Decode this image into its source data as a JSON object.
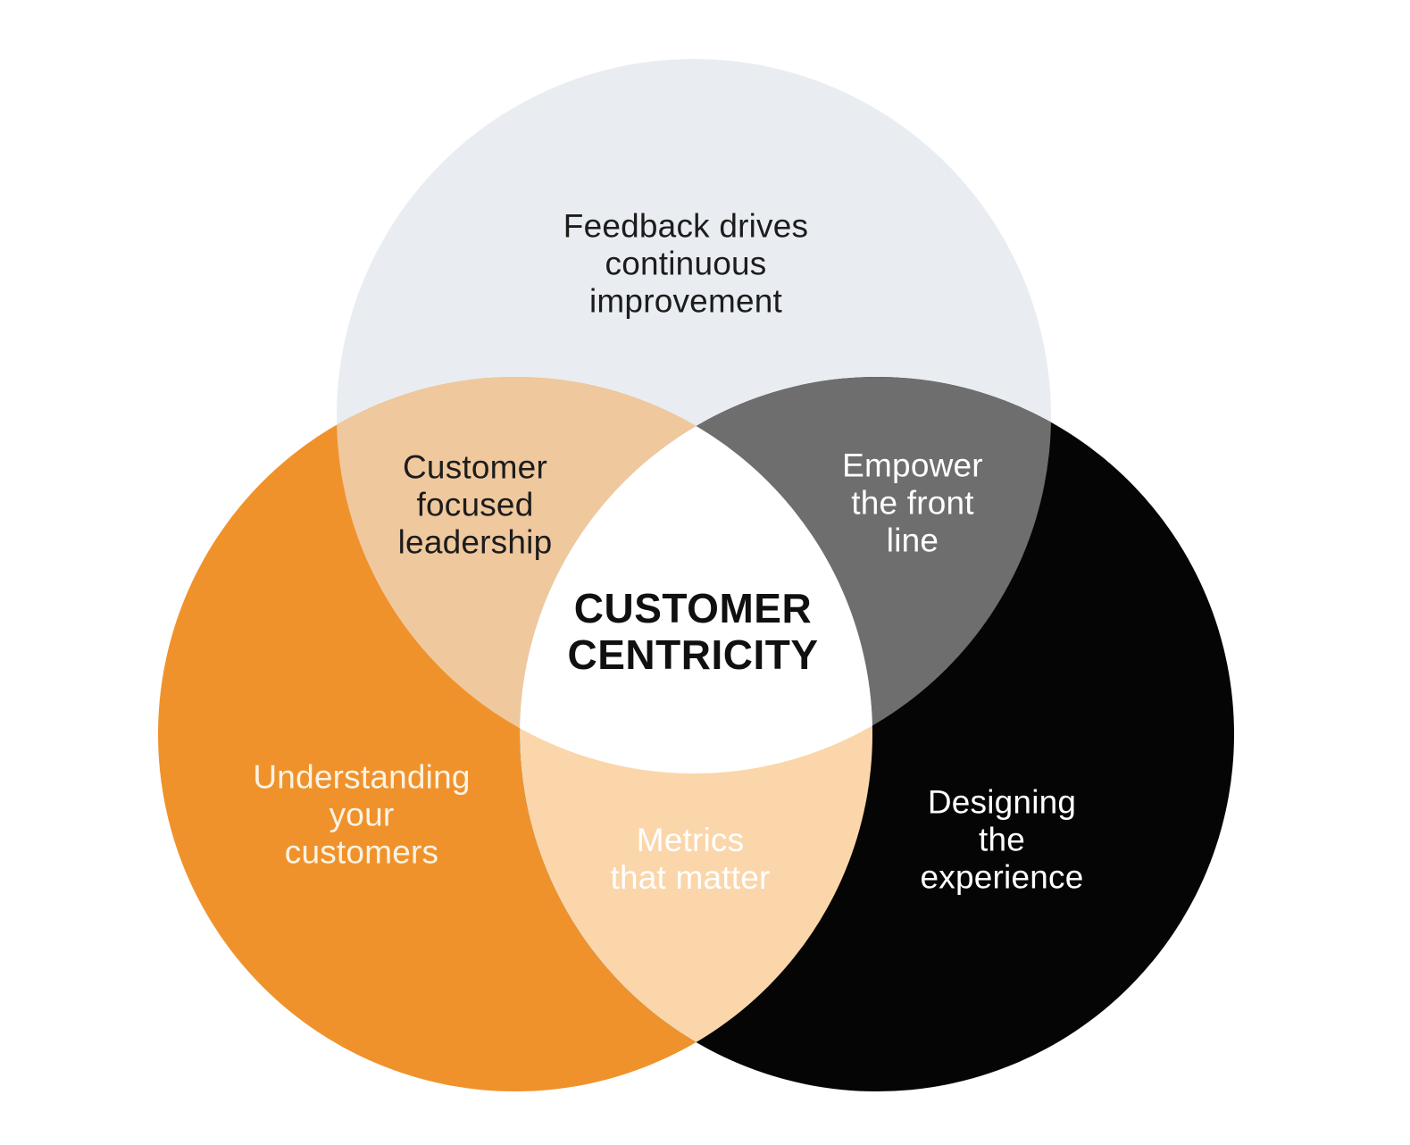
{
  "diagram": {
    "background": "#FFFFFF",
    "type": "venn-3-circle",
    "center": {
      "label": "CUSTOMER\nCENTRICITY",
      "fill": "#FFFFFF",
      "text_color": "#101010"
    },
    "top": {
      "label": "Feedback drives\ncontinuous\nimprovement",
      "fill": "#E9EDF2",
      "text_color": "#1C1C1C"
    },
    "left": {
      "label": "Understanding\nyour\ncustomers",
      "fill": "#F0922B",
      "text_color": "#FAF3E5"
    },
    "right": {
      "label": "Designing\nthe\nexperience",
      "fill": "#050505",
      "text_color": "#FFFFFF"
    },
    "top_left": {
      "label": "Customer\nfocused\nleadership",
      "fill": "#EFC89D",
      "text_color": "#1C1C1C"
    },
    "top_right": {
      "label": "Empower\nthe front\nline",
      "fill": "#6E6E6E",
      "text_color": "#FFFFFF"
    },
    "bottom": {
      "label": "Metrics\nthat matter",
      "fill": "#FAD6AA",
      "text_color": "#FFFFFF"
    }
  }
}
